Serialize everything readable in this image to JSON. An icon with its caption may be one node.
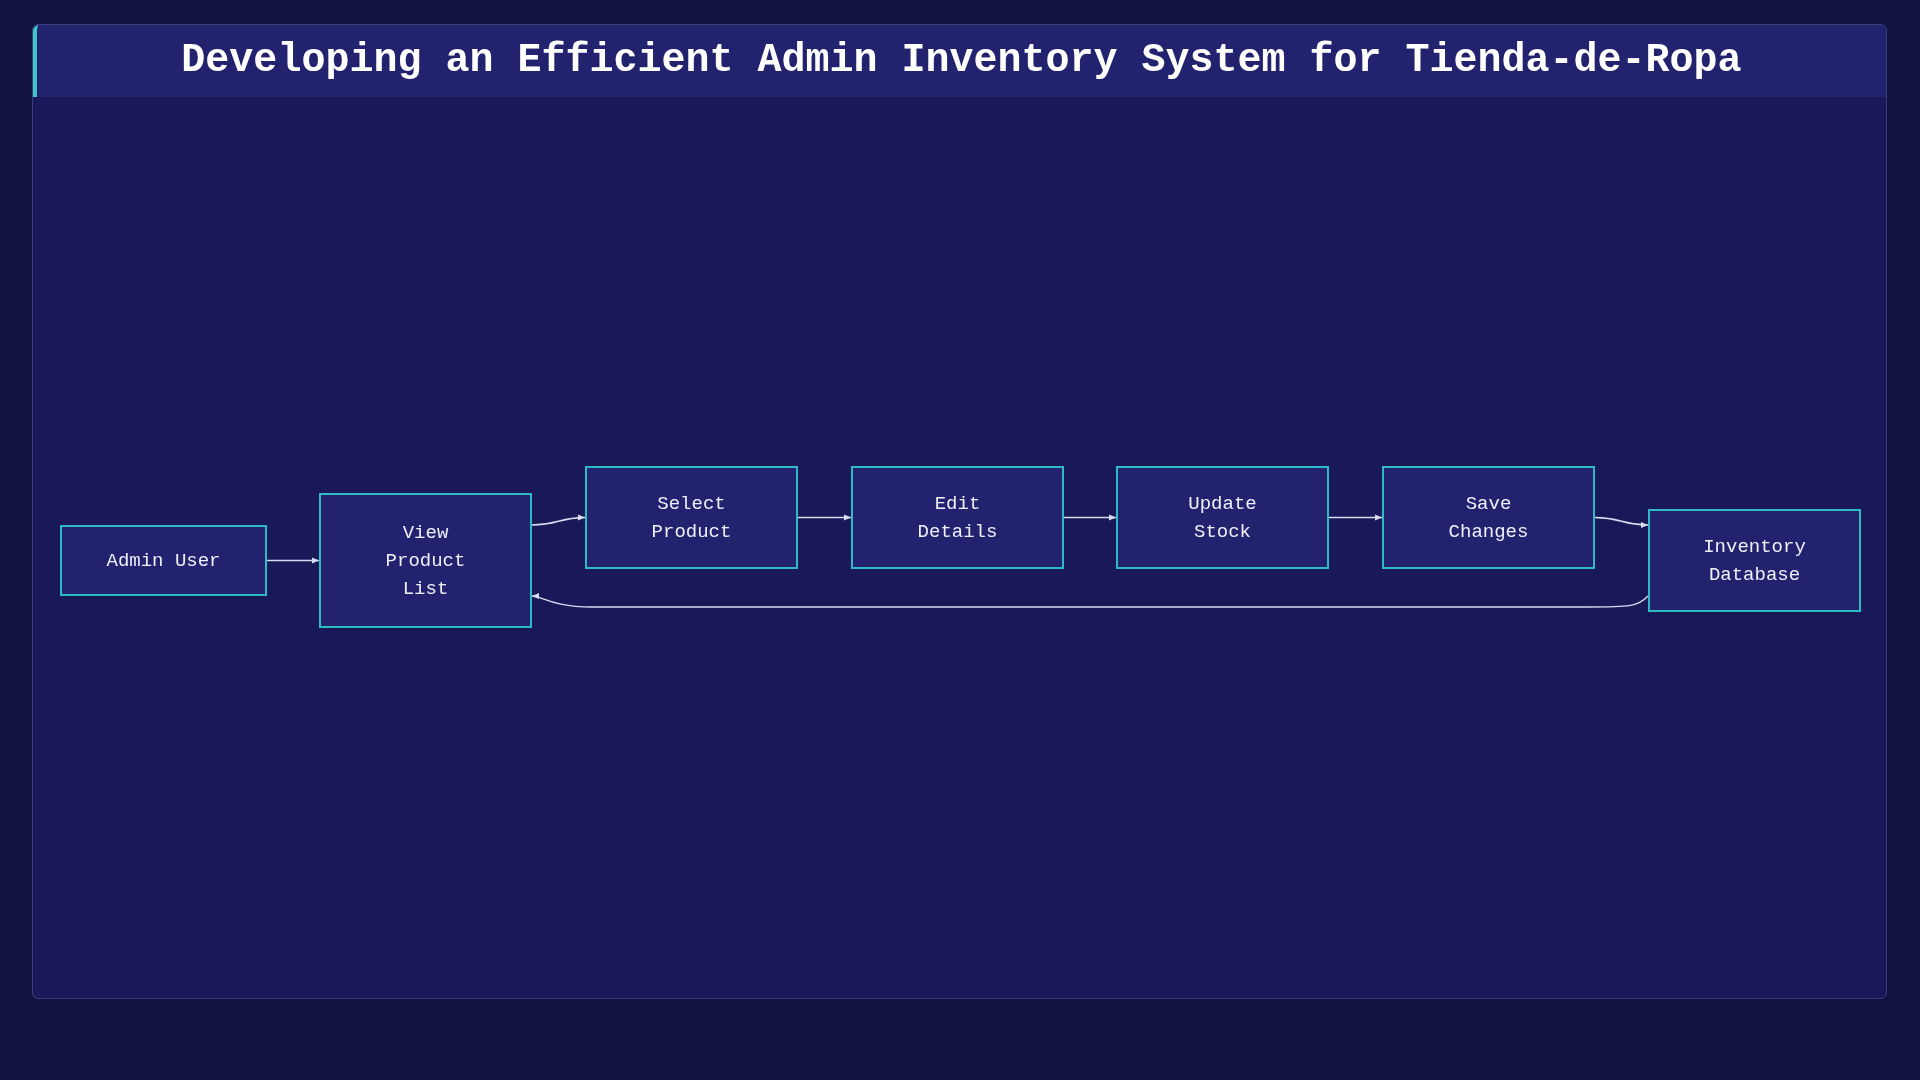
{
  "diagram": {
    "title": "Developing an Efficient Admin Inventory System for Tienda-de-Ropa",
    "nodes": [
      {
        "text": [
          "Admin User"
        ]
      },
      {
        "text": [
          "View Product List"
        ]
      },
      {
        "text": [
          "Select Product"
        ]
      },
      {
        "text": [
          "Edit Details"
        ]
      },
      {
        "text": [
          "Update Stock"
        ]
      },
      {
        "text": [
          "Save Changes"
        ]
      },
      {
        "text": [
          "Inventory Database"
        ]
      }
    ],
    "edges": [
      {
        "from": 0,
        "to": 1,
        "arrow": "to"
      },
      {
        "from": 1,
        "to": 2,
        "arrow": "to"
      },
      {
        "from": 2,
        "to": 3,
        "arrow": "to"
      },
      {
        "from": 3,
        "to": 4,
        "arrow": "to"
      },
      {
        "from": 4,
        "to": 5,
        "arrow": "to"
      },
      {
        "from": 5,
        "to": 6,
        "arrow": "to"
      },
      {
        "from": 6,
        "to": 1,
        "arrow": "to"
      }
    ]
  }
}
